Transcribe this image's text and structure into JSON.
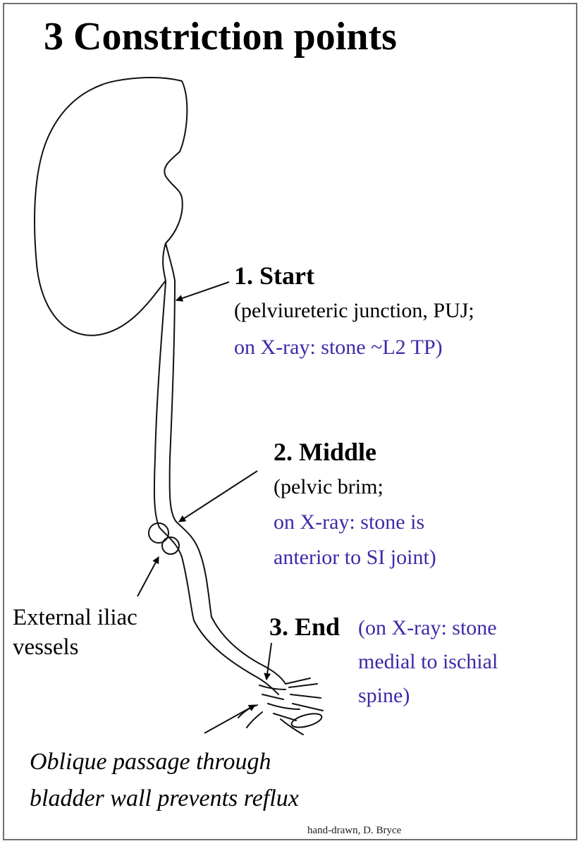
{
  "title": "3 Constriction points",
  "points": [
    {
      "heading": "1. Start",
      "line1": "(pelviureteric junction, PUJ;",
      "line2": "on X-ray: stone ~L2 TP)"
    },
    {
      "heading": "2. Middle",
      "line1": "(pelvic brim;",
      "line2": "on X-ray: stone is",
      "line3": "anterior to SI joint)"
    },
    {
      "heading": "3. End",
      "line1": "(on X-ray: stone",
      "line2": "medial to ischial",
      "line3": "spine)"
    }
  ],
  "vessels_label": {
    "line1": "External iliac",
    "line2": "vessels"
  },
  "bladder_note": {
    "line1": "Oblique passage through",
    "line2": "bladder wall prevents reflux"
  },
  "credit": "hand-drawn, D. Bryce",
  "colors": {
    "text": "#000000",
    "xray_text": "#3b2aa8",
    "frame": "#6f6f6f"
  }
}
